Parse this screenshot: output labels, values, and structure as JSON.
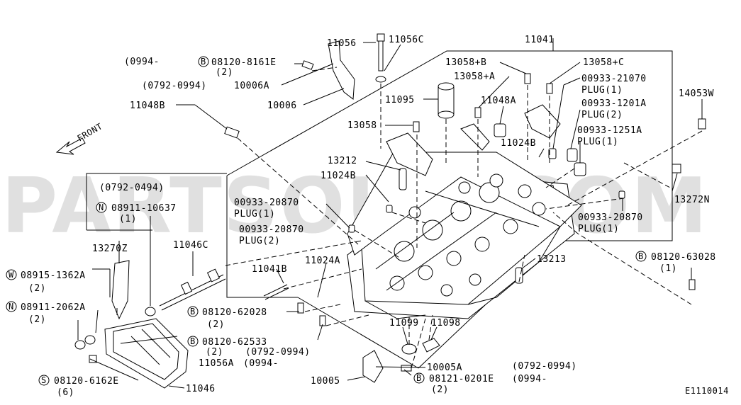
{
  "watermark": "PARTSOUQ.COM",
  "front_label": "FRONT",
  "figure_code": "E1110014",
  "labels": {
    "p11056": "11056",
    "p11056C": "11056C",
    "p11041": "11041",
    "date0994_top": "(0994-",
    "b08120_8161E": "08120-8161E",
    "qty2_a": "(2)",
    "date0792_0994_a": "(0792-0994)",
    "p10006A": "10006A",
    "p10006": "10006",
    "p11048B": "11048B",
    "p13058B": "13058+B",
    "p13058C": "13058+C",
    "p13058A": "13058+A",
    "p11095": "11095",
    "p11048A": "11048A",
    "p00933_21070": "00933-21070",
    "plug1_a": "PLUG(1)",
    "p00933_1201A": "00933-1201A",
    "plug2_a": "PLUG(2)",
    "p14053W": "14053W",
    "p13058": "13058",
    "p00933_1251A": "00933-1251A",
    "plug1_b": "PLUG(1)",
    "p11024B_r": "11024B",
    "p13212": "13212",
    "p11024B_l": "11024B",
    "date0792_0494": "(0792-0494)",
    "n08911_10637": "08911-10637",
    "qty1_a": "(1)",
    "p00933_20870_a": "00933-20870",
    "plug1_c": "PLUG(1)",
    "p13272N": "13272N",
    "p00933_20870_b": "00933-20870",
    "plug2_b": "PLUG(2)",
    "p00933_20870_c": "00933-20870",
    "plug1_d": "PLUG(1)",
    "p13270Z": "13270Z",
    "p11046C": "11046C",
    "p13213": "13213",
    "w08915_1362A": "08915-1362A",
    "qty2_b": "(2)",
    "p11041B": "11041B",
    "p11024A": "11024A",
    "b08120_63028": "08120-63028",
    "qty1_b": "(1)",
    "n08911_2062A": "08911-2062A",
    "qty2_c": "(2)",
    "b08120_62028": "08120-62028",
    "qty2_d": "(2)",
    "p11099": "11099",
    "p11098": "11098",
    "b08120_62533": "08120-62533",
    "qty2_e": "(2)",
    "date0792_0994_b": "(0792-0994)",
    "p11056A": "11056A",
    "date0994_b": "(0994-",
    "s08120_6162E": "08120-6162E",
    "qty6": "(6)",
    "p11046": "11046",
    "p10005A": "10005A",
    "date0792_0994_c": "(0792-0994)",
    "p10005": "10005",
    "b08121_0201E": "08121-0201E",
    "date0994_c": "(0994-",
    "qty2_f": "(2)"
  },
  "markers": {
    "B": "B",
    "N": "N",
    "W": "W",
    "S": "S"
  }
}
